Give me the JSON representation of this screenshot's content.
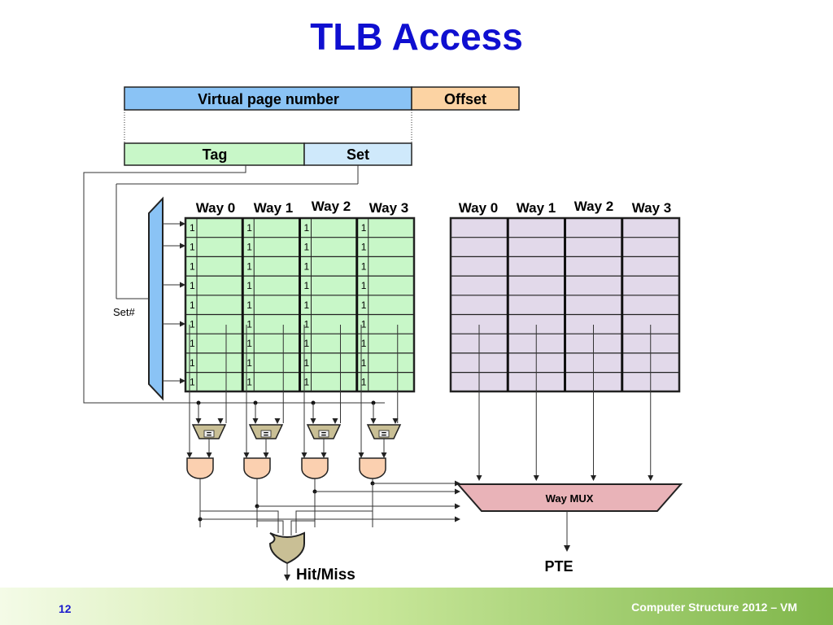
{
  "title": "TLB Access",
  "address": {
    "vpn": "Virtual page number",
    "offset": "Offset",
    "tag": "Tag",
    "set": "Set"
  },
  "way_labels": [
    "Way 0",
    "Way 1",
    "Way 2",
    "Way 3"
  ],
  "valid_bit": "1",
  "set_index_label": "Set#",
  "comparator_symbol": "=",
  "way_mux_label": "Way MUX",
  "hit_miss_label": "Hit/Miss",
  "pte_label": "PTE",
  "footer": {
    "page": "12",
    "text": "Computer Structure 2012 – VM"
  },
  "colors": {
    "title": "#0f0fd0",
    "vpn": "#8ac3f5",
    "offset": "#fcd3a3",
    "tag": "#c8f7c8",
    "set": "#cfe9fb",
    "tag_array": "#c8f7c8",
    "data_array": "#e2d9ea",
    "and_gate": "#fbd0b0",
    "mux": "#e9b3b8",
    "or_gate": "#c9bf95"
  }
}
